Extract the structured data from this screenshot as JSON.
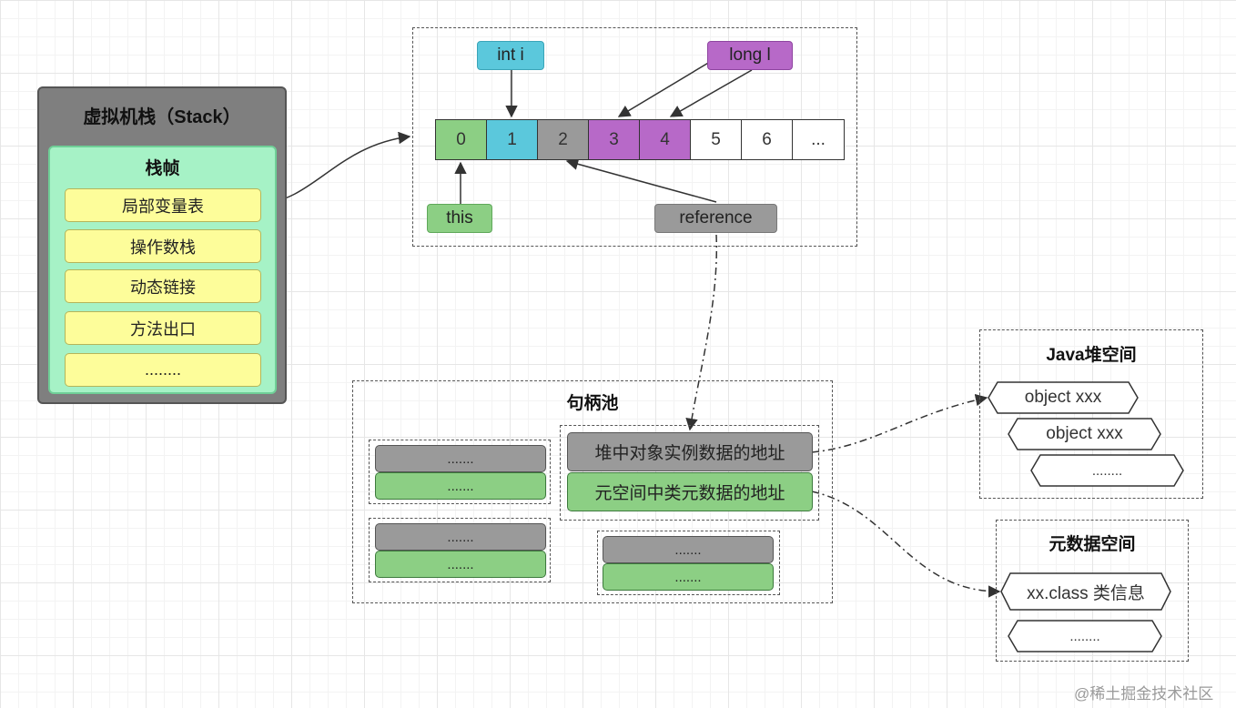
{
  "stack": {
    "title": "虚拟机栈（Stack）",
    "frame_title": "栈帧",
    "items": [
      "局部变量表",
      "操作数栈",
      "动态链接",
      "方法出口",
      "........"
    ]
  },
  "local_var_table": {
    "cells": [
      "0",
      "1",
      "2",
      "3",
      "4",
      "5",
      "6",
      "..."
    ],
    "tags": {
      "int_i": "int i",
      "long_l": "long l",
      "this": "this",
      "reference": "reference"
    }
  },
  "handle_pool": {
    "title": "句柄池",
    "main_gray": "堆中对象实例数据的地址",
    "main_green": "元空间中类元数据的地址",
    "placeholder": "......."
  },
  "heap": {
    "title": "Java堆空间",
    "items": [
      "object xxx",
      "object xxx",
      "........"
    ]
  },
  "meta_space": {
    "title": "元数据空间",
    "items": [
      "xx.class 类信息",
      "........"
    ]
  },
  "watermark": "@稀土掘金技术社区",
  "colors": {
    "stack_outer": "#7f7f7f",
    "frame": "#a6f2c6",
    "frame_item": "#fdfd9a",
    "cell_green": "#8ccf84",
    "cell_cyan": "#5bc8dc",
    "cell_gray": "#9a9a9a",
    "cell_purple": "#b769c8"
  }
}
